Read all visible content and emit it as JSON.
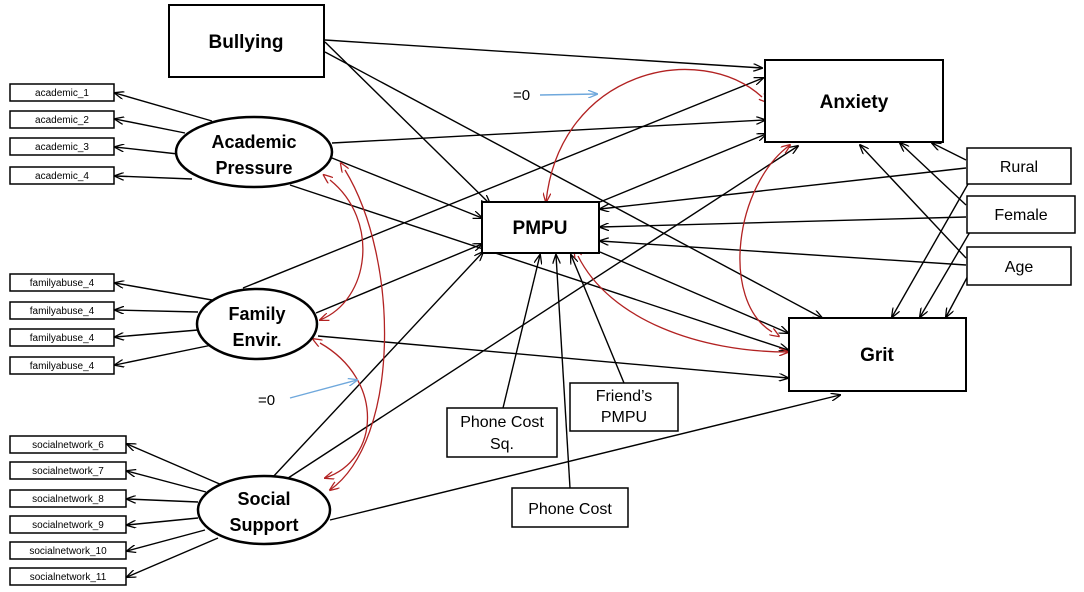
{
  "nodes": {
    "bullying": "Bullying",
    "anxiety": "Anxiety",
    "pmpu": "PMPU",
    "grit": "Grit",
    "academic_pressure": [
      "Academic",
      "Pressure"
    ],
    "family_envir": [
      "Family",
      "Envir."
    ],
    "social_support": [
      "Social",
      "Support"
    ],
    "rural": "Rural",
    "female": "Female",
    "age": "Age",
    "phone_cost_sq": [
      "Phone Cost",
      "Sq."
    ],
    "friends_pmpu": [
      "Friend’s",
      "PMPU"
    ],
    "phone_cost": "Phone Cost"
  },
  "indicators": {
    "academic": [
      "academic_1",
      "academic_2",
      "academic_3",
      "academic_4"
    ],
    "family": [
      "familyabuse_4",
      "familyabuse_4",
      "familyabuse_4",
      "familyabuse_4"
    ],
    "social": [
      "socialnetwork_6",
      "socialnetwork_7",
      "socialnetwork_8",
      "socialnetwork_9",
      "socialnetwork_10",
      "socialnetwork_11"
    ]
  },
  "annotations": {
    "eq_zero_top": "=0",
    "eq_zero_bottom": "=0"
  },
  "colors": {
    "paths": "#000000",
    "correlations": "#b22222",
    "pointer": "#6fa8dc"
  }
}
